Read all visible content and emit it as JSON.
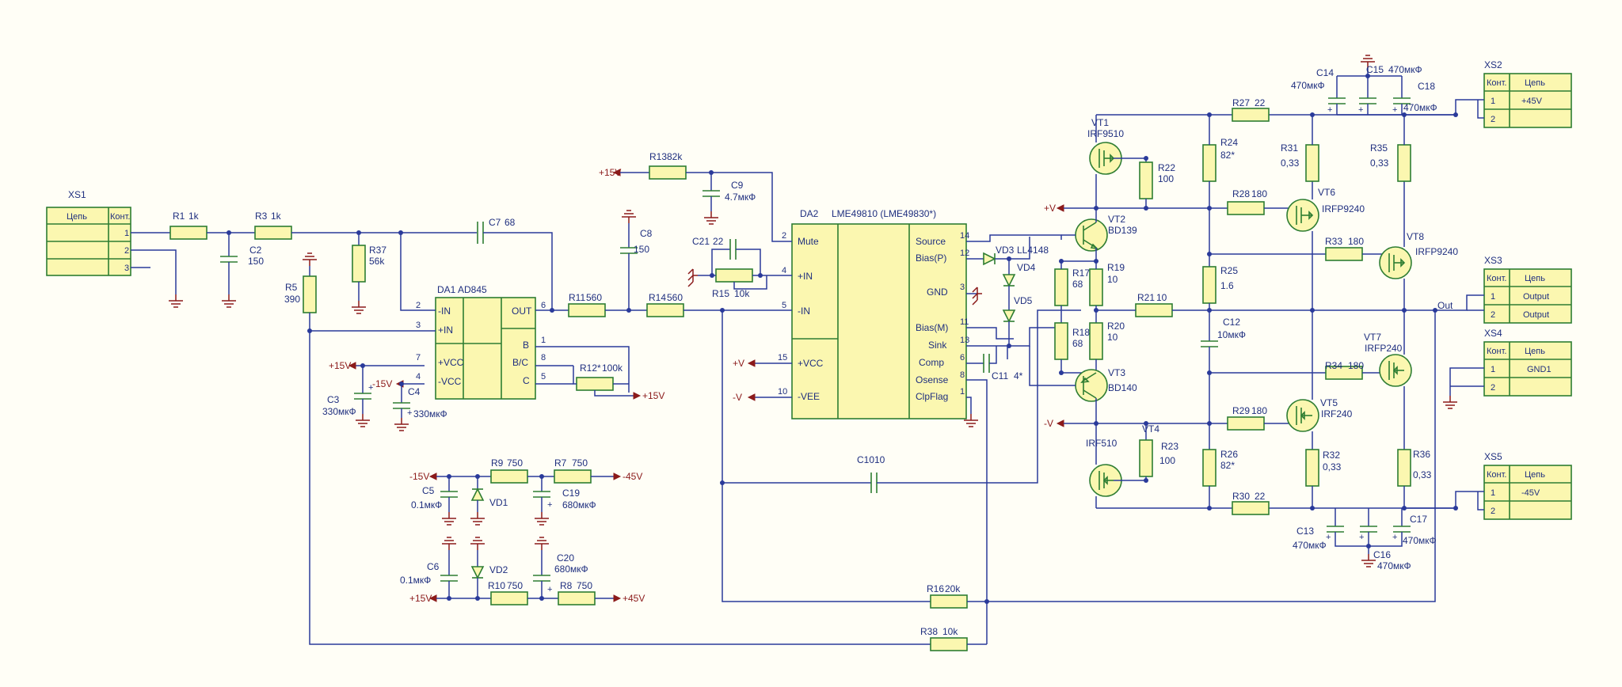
{
  "connectors": {
    "xs1": {
      "ref": "XS1",
      "col1": "Цепь",
      "col2": "Конт.",
      "pins": [
        "1",
        "2",
        "3"
      ]
    },
    "xs2": {
      "ref": "XS2",
      "col1": "Конт.",
      "col2": "Цепь",
      "rows": [
        [
          "1",
          "+45V"
        ],
        [
          "2",
          ""
        ]
      ]
    },
    "xs3": {
      "ref": "XS3",
      "col1": "Конт.",
      "col2": "Цепь",
      "rows": [
        [
          "1",
          "Output"
        ],
        [
          "2",
          "Output"
        ]
      ]
    },
    "xs4": {
      "ref": "XS4",
      "col1": "Конт.",
      "col2": "Цепь",
      "rows": [
        [
          "1",
          "GND1"
        ],
        [
          "2",
          ""
        ]
      ]
    },
    "xs5": {
      "ref": "XS5",
      "col1": "Конт.",
      "col2": "Цепь",
      "rows": [
        [
          "1",
          "-45V"
        ],
        [
          "2",
          ""
        ]
      ]
    }
  },
  "resistors": {
    "r1": {
      "ref": "R1",
      "value": "1k"
    },
    "r3": {
      "ref": "R3",
      "value": "1k"
    },
    "r37": {
      "ref": "R37",
      "value": "56k"
    },
    "r5": {
      "ref": "R5",
      "value": "390"
    },
    "r13": {
      "ref": "R13",
      "value": "82k"
    },
    "r11": {
      "ref": "R11",
      "value": "560"
    },
    "r14": {
      "ref": "R14",
      "value": "560"
    },
    "r15": {
      "ref": "R15",
      "value": "10k"
    },
    "r12": {
      "ref": "R12*",
      "value": "100k"
    },
    "r9": {
      "ref": "R9",
      "value": "750"
    },
    "r7": {
      "ref": "R7",
      "value": "750"
    },
    "r10": {
      "ref": "R10",
      "value": "750"
    },
    "r8": {
      "ref": "R8",
      "value": "750"
    },
    "r16": {
      "ref": "R16",
      "value": "20k"
    },
    "r38": {
      "ref": "R38",
      "value": "10k"
    },
    "r17": {
      "ref": "R17",
      "value": "68"
    },
    "r18": {
      "ref": "R18",
      "value": "68"
    },
    "r19": {
      "ref": "R19",
      "value": "10"
    },
    "r20": {
      "ref": "R20",
      "value": "10"
    },
    "r21": {
      "ref": "R21",
      "value": "10"
    },
    "r22": {
      "ref": "R22",
      "value": "100"
    },
    "r23": {
      "ref": "R23",
      "value": "100"
    },
    "r24": {
      "ref": "R24",
      "value": "82*"
    },
    "r25": {
      "ref": "R25",
      "value": "1.6"
    },
    "r26": {
      "ref": "R26",
      "value": "82*"
    },
    "r27": {
      "ref": "R27",
      "value": "22"
    },
    "r28": {
      "ref": "R28",
      "value": "180"
    },
    "r29": {
      "ref": "R29",
      "value": "180"
    },
    "r30": {
      "ref": "R30",
      "value": "22"
    },
    "r31": {
      "ref": "R31",
      "value": "0,33"
    },
    "r32": {
      "ref": "R32",
      "value": "0,33"
    },
    "r33": {
      "ref": "R33",
      "value": "180"
    },
    "r34": {
      "ref": "R34",
      "value": "180"
    },
    "r35": {
      "ref": "R35",
      "value": "0,33"
    },
    "r36": {
      "ref": "R36",
      "value": "0,33"
    }
  },
  "capacitors": {
    "c2": {
      "ref": "C2",
      "value": "150"
    },
    "c7": {
      "ref": "C7",
      "value": "68"
    },
    "c8": {
      "ref": "C8",
      "value": "150"
    },
    "c9": {
      "ref": "C9",
      "value": "4.7мкФ"
    },
    "c21": {
      "ref": "C21",
      "value": "22"
    },
    "c3": {
      "ref": "C3",
      "value": "330мкФ"
    },
    "c4": {
      "ref": "C4",
      "value": "330мкФ"
    },
    "c5": {
      "ref": "C5",
      "value": "0.1мкФ"
    },
    "c6": {
      "ref": "C6",
      "value": "0.1мкФ"
    },
    "c19": {
      "ref": "C19",
      "value": "680мкФ"
    },
    "c20": {
      "ref": "C20",
      "value": "680мкФ"
    },
    "c10": {
      "ref": "C10",
      "value": "10"
    },
    "c11": {
      "ref": "C11",
      "value": "4*"
    },
    "c12": {
      "ref": "C12",
      "value": "10мкФ"
    },
    "c13": {
      "ref": "C13",
      "value": "470мкФ"
    },
    "c14": {
      "ref": "C14",
      "value": "470мкФ"
    },
    "c15": {
      "ref": "C15",
      "value": "470мкФ"
    },
    "c16": {
      "ref": "C16",
      "value": "470мкФ"
    },
    "c17": {
      "ref": "C17",
      "value": "470мкФ"
    },
    "c18": {
      "ref": "C18",
      "value": "470мкФ"
    }
  },
  "diodes": {
    "vd1": {
      "ref": "VD1"
    },
    "vd2": {
      "ref": "VD2"
    },
    "vd3": {
      "ref": "VD3",
      "value": "LL4148"
    },
    "vd4": {
      "ref": "VD4"
    },
    "vd5": {
      "ref": "VD5"
    }
  },
  "transistors": {
    "vt1": {
      "ref": "VT1",
      "value": "IRF9510"
    },
    "vt2": {
      "ref": "VT2",
      "value": "BD139"
    },
    "vt3": {
      "ref": "VT3",
      "value": "BD140"
    },
    "vt4": {
      "ref": "VT4",
      "value": "IRF510"
    },
    "vt5": {
      "ref": "VT5",
      "value": "IRF240"
    },
    "vt6": {
      "ref": "VT6",
      "value": "IRFP9240"
    },
    "vt7": {
      "ref": "VT7",
      "value": "IRFP240"
    },
    "vt8": {
      "ref": "VT8",
      "value": "IRFP9240"
    }
  },
  "da1": {
    "title": "DA1  AD845",
    "pins_left": [
      "-IN",
      "+IN",
      "+VCC",
      "-VCC"
    ],
    "pins_right": [
      "OUT",
      "B",
      "B/C",
      "C"
    ],
    "nums_left": [
      "2",
      "3",
      "7",
      "4"
    ],
    "nums_right": [
      "6",
      "1",
      "8",
      "5"
    ]
  },
  "da2": {
    "title": "DA2",
    "part": "LME49810 (LME49830*)",
    "pins_left": [
      "Mute",
      "+IN",
      "-IN",
      "+VCC",
      "-VEE"
    ],
    "nums_left": [
      "2",
      "4",
      "5",
      "15",
      "10"
    ],
    "pins_right": [
      "Source",
      "Bias(P)",
      "GND",
      "Bias(M)",
      "Sink",
      "Comp",
      "Osense",
      "ClpFlag"
    ],
    "nums_right": [
      "14",
      "12",
      "3",
      "11",
      "13",
      "6",
      "8",
      "1"
    ]
  },
  "nets": {
    "p15": "+15V",
    "m15": "-15V",
    "p45": "+45V",
    "m45": "-45V",
    "pv": "+V",
    "mv": "-V",
    "out": "Out"
  }
}
